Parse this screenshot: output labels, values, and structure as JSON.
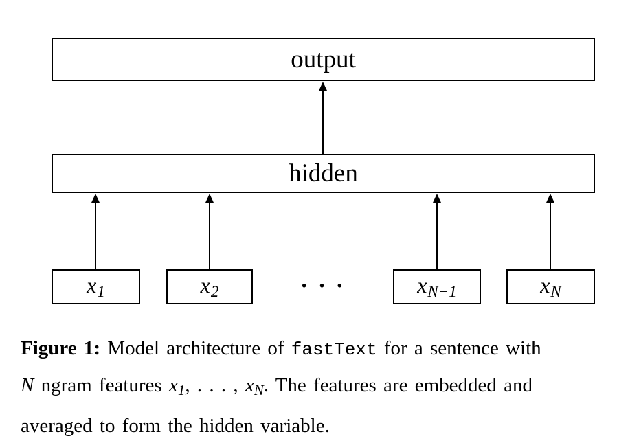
{
  "figure": {
    "output_label": "output",
    "hidden_label": "hidden",
    "dots": "· · ·",
    "inputs": [
      {
        "base": "x",
        "sub": "1"
      },
      {
        "base": "x",
        "sub": "2"
      },
      {
        "base": "x",
        "sub": "N−1"
      },
      {
        "base": "x",
        "sub": "N"
      }
    ]
  },
  "caption": {
    "label": "Figure 1:",
    "seg1": " Model architecture of ",
    "code": "fastText",
    "seg2": " for a sentence with",
    "math_N": "N",
    "seg3": " ngram features ",
    "math_x": "x",
    "x1_sub": "1",
    "seg_dots": ", . . . , ",
    "xN_sub": "N",
    "seg4": ". The features are embedded and",
    "line3": "averaged to form the hidden variable."
  },
  "colors": {
    "background": "#ffffff",
    "line": "#000000",
    "text": "#000000"
  }
}
